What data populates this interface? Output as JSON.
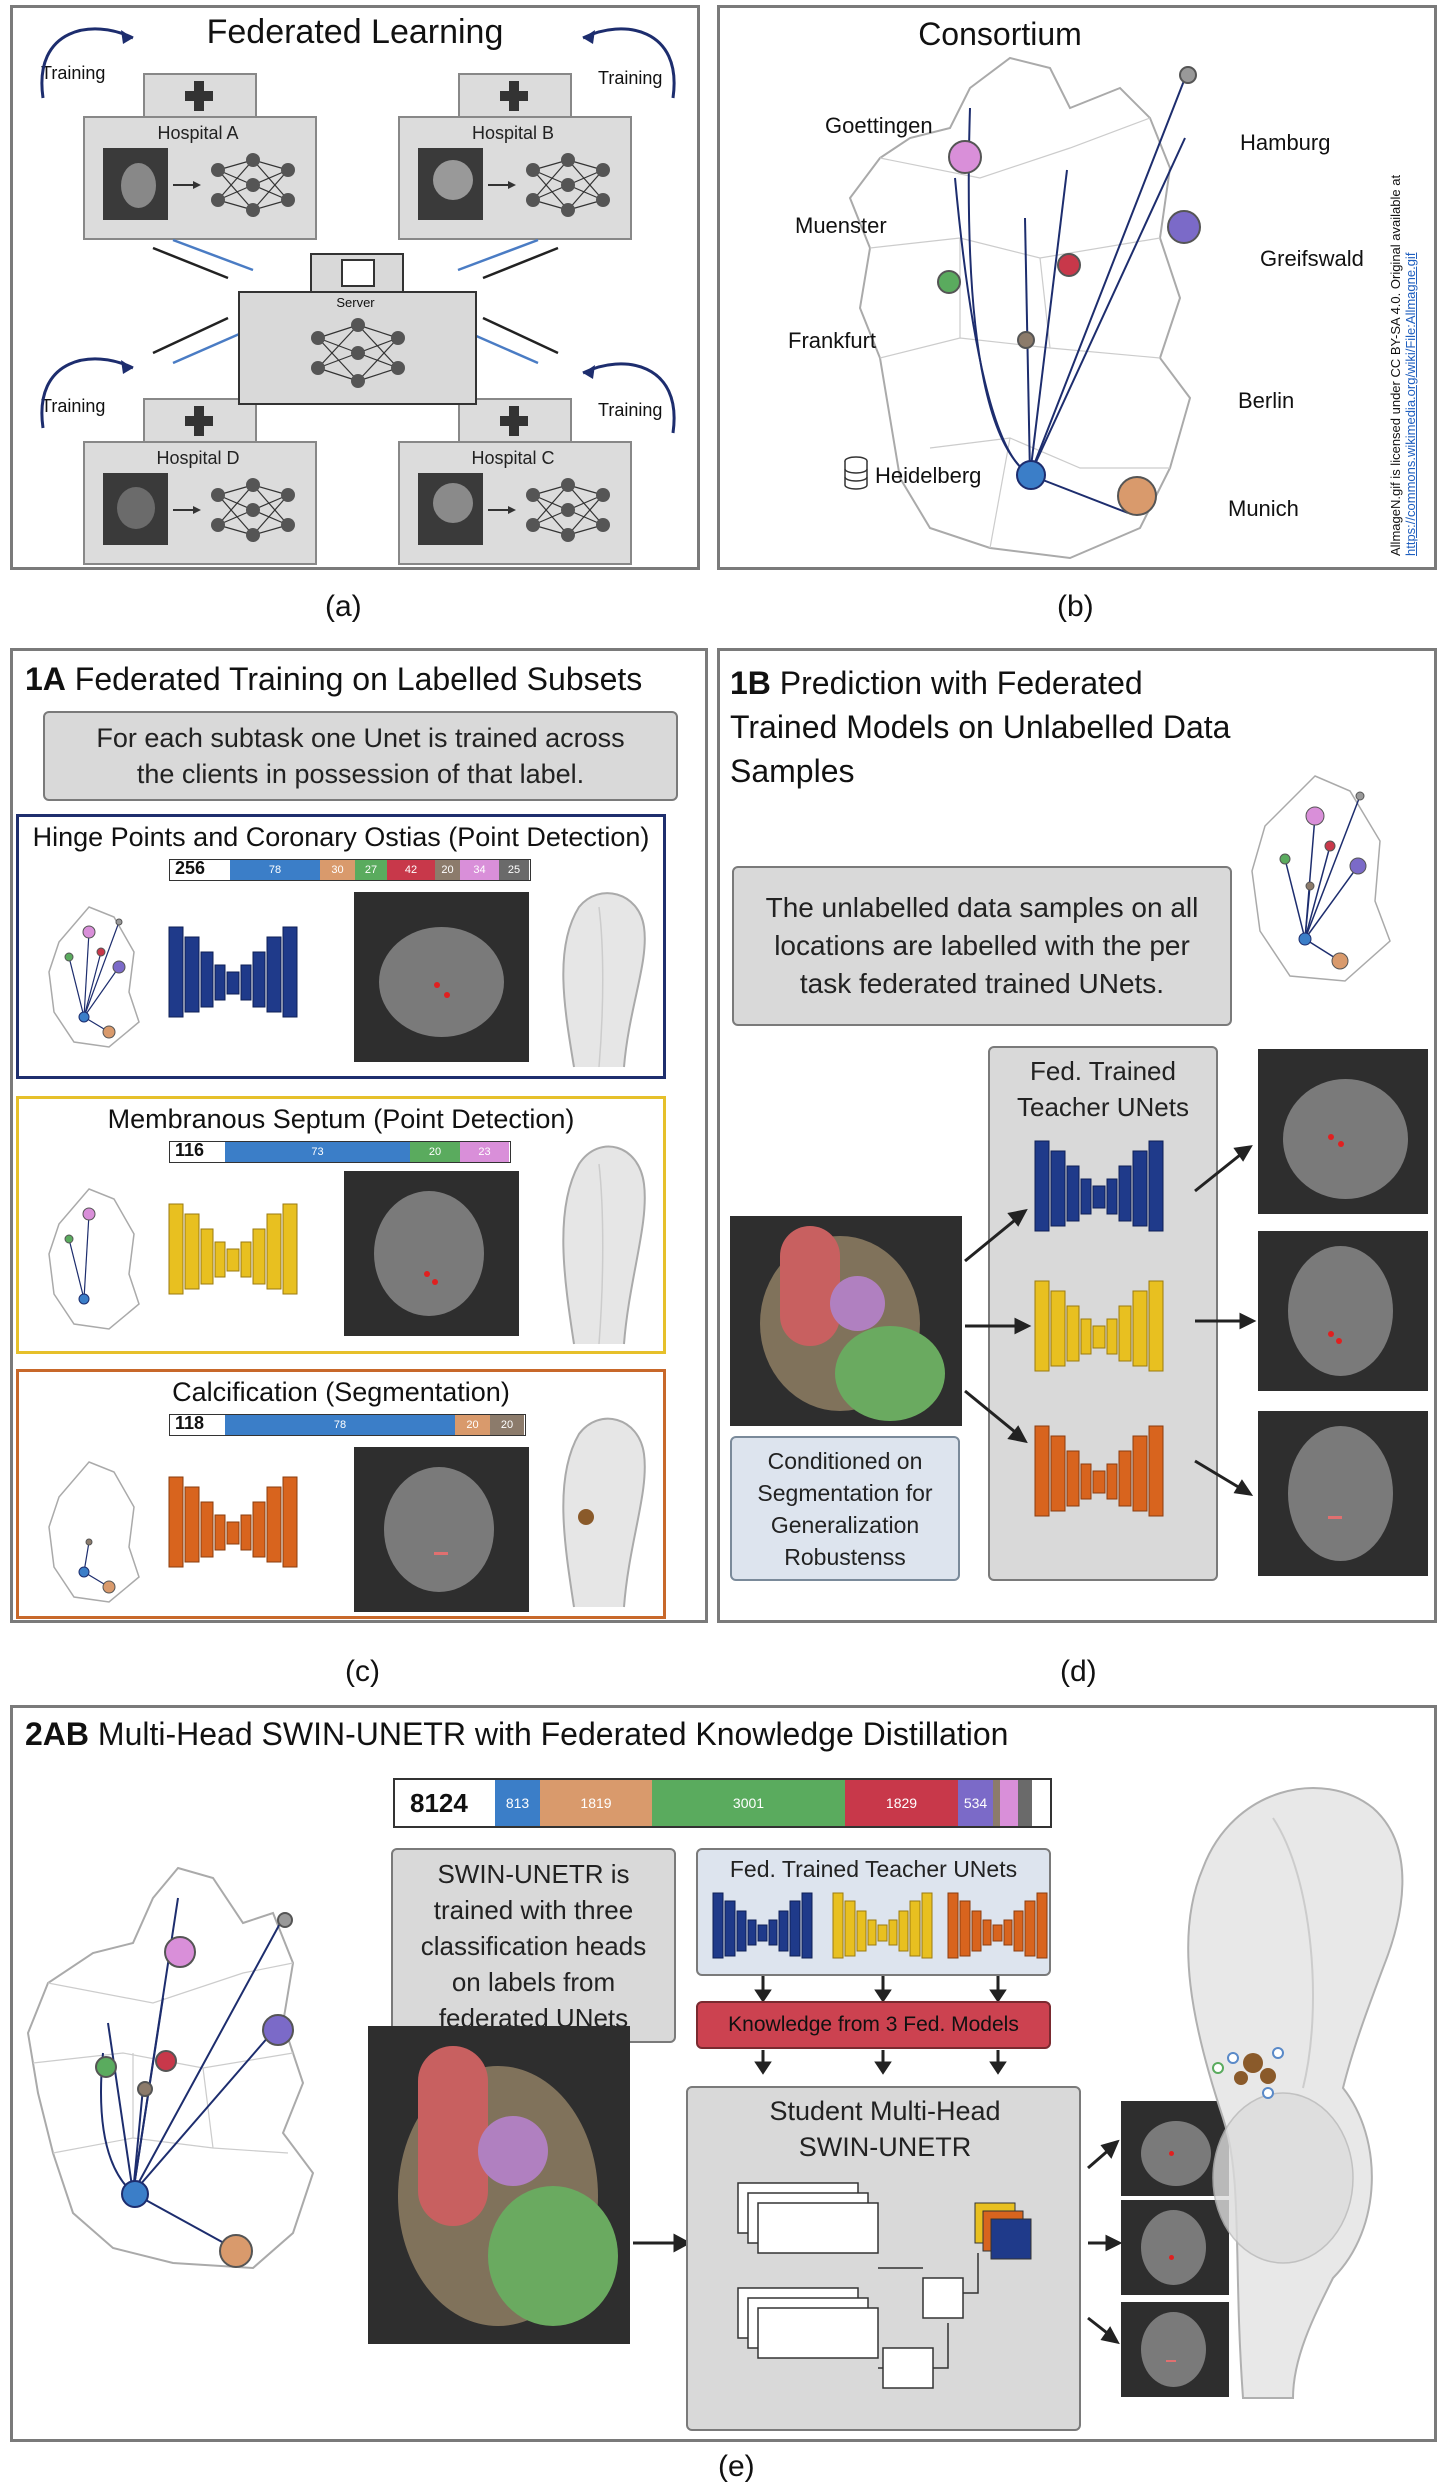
{
  "panel_a": {
    "title": "Federated Learning",
    "training": "Training",
    "hospitals": [
      "Hospital A",
      "Hospital B",
      "Hospital D",
      "Hospital C"
    ],
    "server": "Server",
    "caption": "(a)"
  },
  "panel_b": {
    "title": "Consortium",
    "cities": [
      "Goettingen",
      "Hamburg",
      "Muenster",
      "Greifswald",
      "Frankfurt",
      "Berlin",
      "Heidelberg",
      "Munich"
    ],
    "license_line1": "AllmageN.gif is licensed under CC BY-SA 4.0. Original available at",
    "license_line2": "https://commons.wikimedia.org/wiki/File:Allmagne.gif",
    "caption": "(b)"
  },
  "panel_c": {
    "title_bold": "1A",
    "title_rest": " Federated Training on Labelled Subsets",
    "info": "For each subtask one Unet is trained across the clients in possession of that label.",
    "tasks": [
      {
        "name": "Hinge Points and Coronary Ostias (Point Detection)",
        "total": "256",
        "segments": [
          "78",
          "30",
          "27",
          "42",
          "20",
          "34",
          "25"
        ]
      },
      {
        "name": "Membranous Septum (Point Detection)",
        "total": "116",
        "segments": [
          "73",
          "20",
          "23"
        ]
      },
      {
        "name": "Calcification (Segmentation)",
        "total": "118",
        "segments": [
          "78",
          "20",
          "20"
        ]
      }
    ],
    "caption": "(c)"
  },
  "panel_d": {
    "title_bold": "1B",
    "title_rest": " Prediction with Federated Trained Models on Unlabelled Data Samples",
    "info": "The unlabelled data samples on all locations are labelled with the per task federated trained UNets.",
    "teacher_label": "Fed. Trained Teacher UNets",
    "conditioned": "Conditioned on Segmentation for Generalization Robustenss",
    "caption": "(d)"
  },
  "panel_e": {
    "title_bold": "2AB",
    "title_rest": " Multi-Head SWIN-UNETR with Federated Knowledge Distillation",
    "total": "8124",
    "segments": [
      "813",
      "1819",
      "3001",
      "1829",
      "534"
    ],
    "swin_info": "SWIN-UNETR is trained with three classification heads on labels from federated UNets",
    "teacher_label": "Fed. Trained Teacher UNets",
    "knowledge": "Knowledge from 3 Fed. Models",
    "student": "Student Multi-Head SWIN-UNETR",
    "caption": "(e)"
  },
  "colors": {
    "blue": "#3b7ec8",
    "orange": "#d99a6c",
    "green": "#5aab5e",
    "red": "#c8384a",
    "grey": "#8c7b6b",
    "pink": "#d98fd9",
    "slate": "#6a6a6a",
    "unet_blue": "#1f3a8a",
    "unet_yellow": "#e8c020",
    "unet_orange": "#d8641e",
    "border_blue": "#1f2f6e",
    "border_yellow": "#e6c02a",
    "border_orange": "#c8682a",
    "knowledge_red": "#cc4250"
  }
}
